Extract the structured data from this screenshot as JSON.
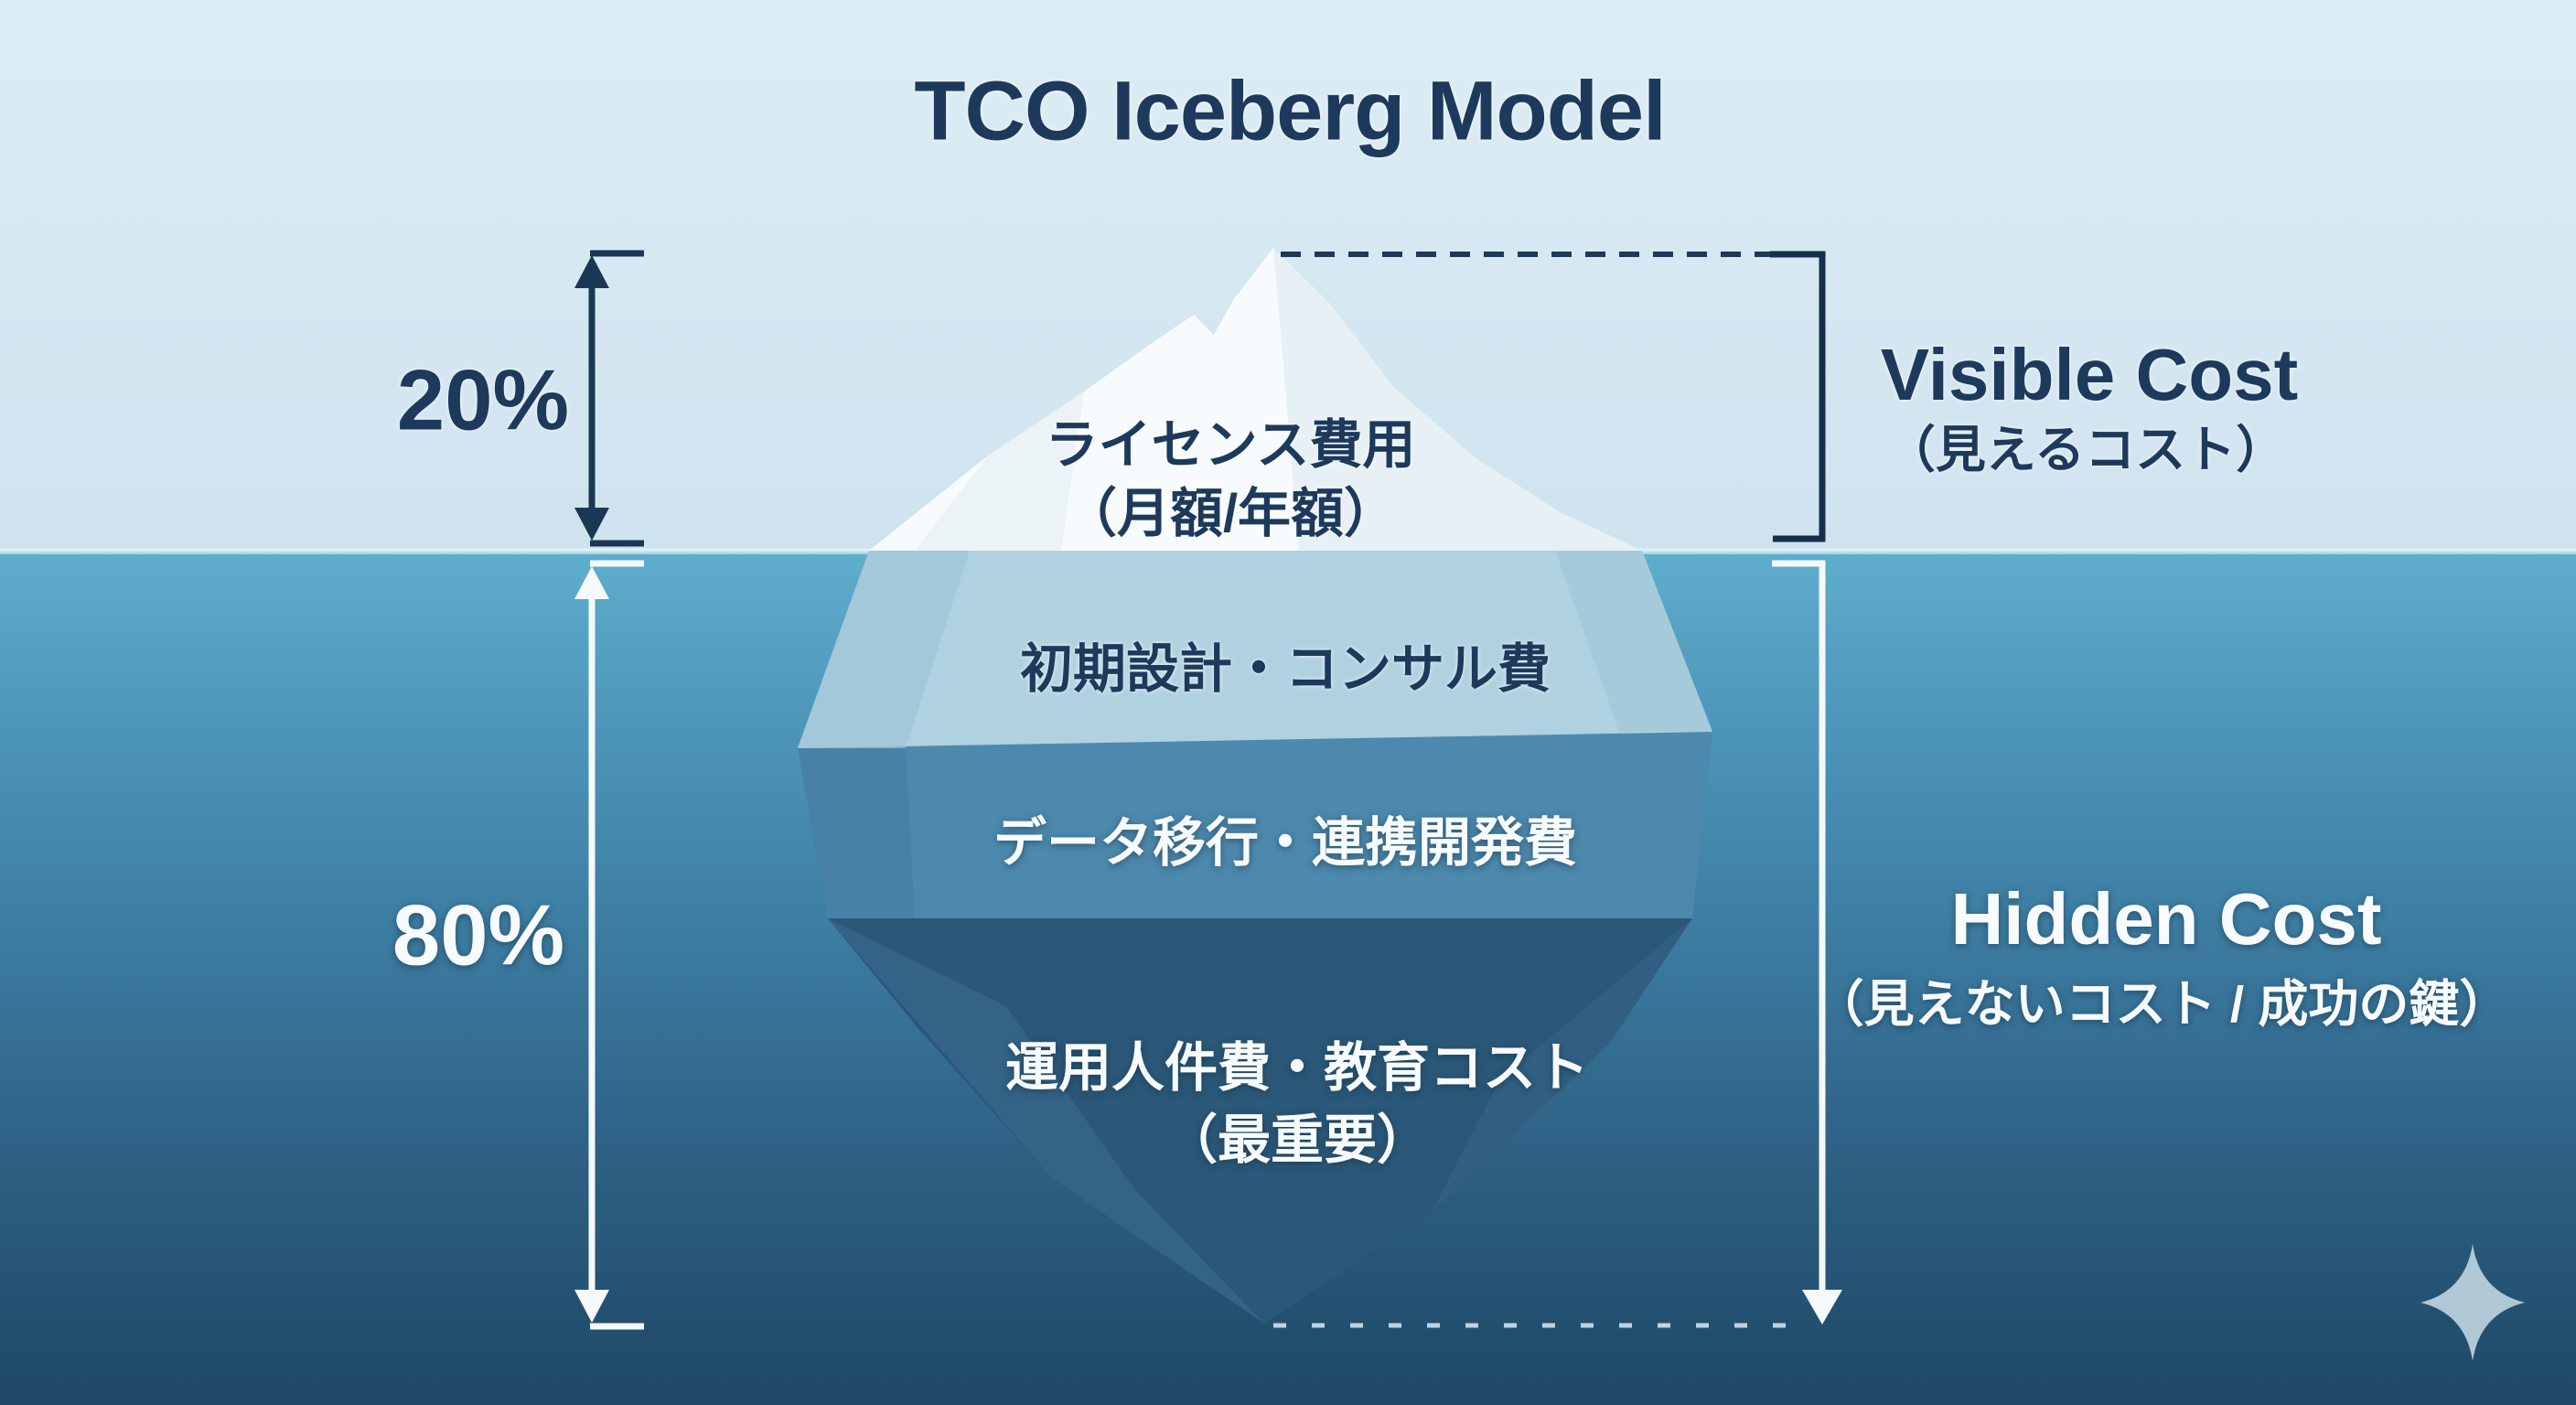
{
  "title": "TCO Iceberg Model",
  "visible": {
    "percent": "20%",
    "label_en": "Visible Cost",
    "label_ja": "（見えるコスト）",
    "iceberg_line1": "ライセンス費用",
    "iceberg_line2": "（月額/年額）"
  },
  "hidden": {
    "percent": "80%",
    "label_en": "Hidden Cost",
    "label_ja": "（見えないコスト / 成功の鍵）",
    "layers": [
      {
        "label": "初期設計・コンサル費"
      },
      {
        "label": "データ移行・連携開発費"
      },
      {
        "label": "運用人件費・教育コスト",
        "note": "（最重要）"
      }
    ]
  },
  "colors": {
    "navy_text": "#1d3a5c",
    "white_text": "#f7fbfd",
    "sky": "#d5e7f1",
    "sea_top": "#5fadcd",
    "sea_bottom": "#1f4866",
    "iceberg_tip": "#f8fbfd",
    "layer1_band": "#b0d1e0",
    "layer2_band": "#4d89ac",
    "layer3_band": "#2b5878"
  },
  "icons": {
    "sparkle": "sparkle-icon"
  }
}
